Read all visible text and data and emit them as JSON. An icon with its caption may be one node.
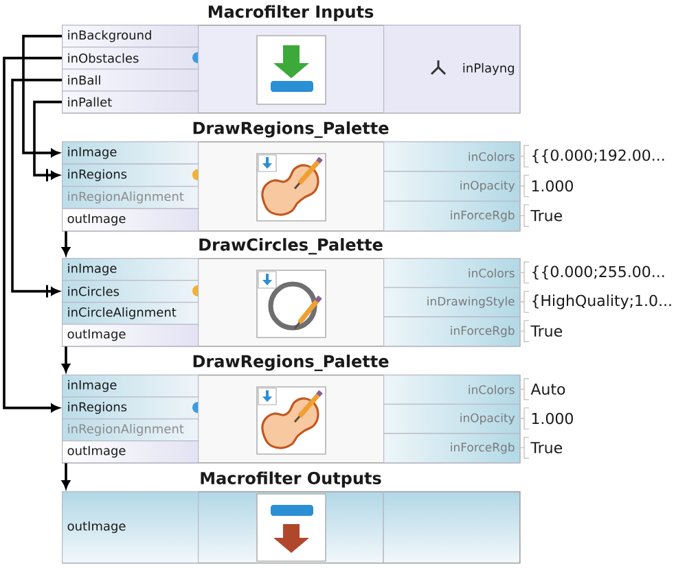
{
  "diagram": {
    "nodes": [
      {
        "text": [
          "Macrofilter Inputs"
        ]
      },
      {
        "text": [
          "inBackground"
        ],
        "in": 0
      },
      {
        "text": [
          "inObstacles"
        ],
        "in": 0
      },
      {
        "text": [
          "inBall"
        ],
        "in": 0
      },
      {
        "text": [
          "inPallet"
        ],
        "in": 0
      },
      {
        "text": [
          "inPlayng"
        ],
        "in": 0
      },
      {
        "text": [
          "DrawRegions_Palette"
        ]
      },
      {
        "text": [
          "inImage"
        ],
        "in": 6
      },
      {
        "text": [
          "inRegions"
        ],
        "in": 6
      },
      {
        "text": [
          "inRegionAlignment"
        ],
        "in": 6
      },
      {
        "text": [
          "outImage"
        ],
        "in": 6
      },
      {
        "text": [
          "inColors"
        ],
        "in": 6,
        "beside": [
          "{{0.000;192.00..."
        ]
      },
      {
        "text": [
          "inOpacity"
        ],
        "in": 6,
        "beside": [
          "1.000"
        ]
      },
      {
        "text": [
          "inForceRgb"
        ],
        "in": 6,
        "beside": [
          "True"
        ]
      },
      {
        "text": [
          "DrawCircles_Palette"
        ]
      },
      {
        "text": [
          "inImage"
        ],
        "in": 14
      },
      {
        "text": [
          "inCircles"
        ],
        "in": 14
      },
      {
        "text": [
          "inCircleAlignment"
        ],
        "in": 14
      },
      {
        "text": [
          "outImage"
        ],
        "in": 14
      },
      {
        "text": [
          "inColors"
        ],
        "in": 14,
        "beside": [
          "{{0.000;255.00..."
        ]
      },
      {
        "text": [
          "inDrawingStyle"
        ],
        "in": 14,
        "beside": [
          "{HighQuality;1.0..."
        ]
      },
      {
        "text": [
          "inForceRgb"
        ],
        "in": 14,
        "beside": [
          "True"
        ]
      },
      {
        "text": [
          "DrawRegions_Palette"
        ]
      },
      {
        "text": [
          "inImage"
        ],
        "in": 22
      },
      {
        "text": [
          "inRegions"
        ],
        "in": 22
      },
      {
        "text": [
          "inRegionAlignment"
        ],
        "in": 22
      },
      {
        "text": [
          "outImage"
        ],
        "in": 22
      },
      {
        "text": [
          "inColors"
        ],
        "in": 22,
        "beside": [
          "Auto"
        ]
      },
      {
        "text": [
          "inOpacity"
        ],
        "in": 22,
        "beside": [
          "1.000"
        ]
      },
      {
        "text": [
          "inForceRgb"
        ],
        "in": 22,
        "beside": [
          "True"
        ]
      },
      {
        "text": [
          "Macrofilter Outputs"
        ]
      },
      {
        "text": [
          "outImage"
        ],
        "in": 30
      }
    ],
    "edges": [
      {
        "from": 1,
        "to": 7,
        "arrow": "to"
      },
      {
        "from": 2,
        "to": 24,
        "arrow": "to"
      },
      {
        "from": 3,
        "to": 16,
        "arrow": "to"
      },
      {
        "from": 4,
        "to": 8,
        "arrow": "to"
      },
      {
        "from": 10,
        "to": 15,
        "arrow": "to"
      },
      {
        "from": 18,
        "to": 23,
        "arrow": "to"
      },
      {
        "from": 26,
        "to": 31,
        "arrow": "to"
      }
    ]
  }
}
